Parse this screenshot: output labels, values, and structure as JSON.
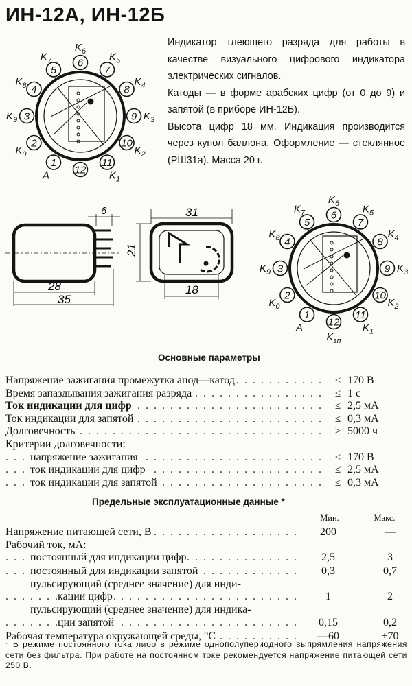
{
  "title": "ИН-12А,  ИН-12Б",
  "description": {
    "p1": "Индикатор тлеющего разряда для работы в качестве визуального цифрового индикатора электрических сигналов.",
    "p2": "Катоды — в форме арабских цифр (от 0 до 9) и запятой (в приборе ИН-12Б).",
    "p3": "Высота цифр 18 мм. Индикация производится через купол баллона. Оформление — стеклянное (РШ31а). Масса 20 г."
  },
  "pinout_top": {
    "pins": [
      "1",
      "2",
      "3",
      "4",
      "5",
      "6",
      "7",
      "8",
      "9",
      "10",
      "11",
      "12"
    ],
    "labels": [
      "A",
      "K0",
      "K9",
      "K8",
      "K7",
      "K6",
      "K5",
      "K4",
      "K3",
      "K2",
      "K1"
    ]
  },
  "pinout_bottom": {
    "pins": [
      "1",
      "2",
      "3",
      "4",
      "5",
      "6",
      "7",
      "8",
      "9",
      "10",
      "11",
      "12"
    ],
    "labels": [
      "A",
      "K0",
      "K9",
      "K8",
      "K7",
      "K6",
      "K5",
      "K4",
      "K3",
      "K2",
      "K1",
      "Kзп"
    ]
  },
  "dimensions": {
    "side_width": "6",
    "body_len": "28",
    "total_len": "35",
    "face_width": "31",
    "face_height": "21",
    "digit_width": "18"
  },
  "main_params": {
    "heading": "Основные параметры",
    "rows": [
      {
        "label": "Напряжение зажигания промежутка анод—катод",
        "sym": "≤",
        "value": "170 В",
        "bold": false,
        "indent": false
      },
      {
        "label": "Время запаздывания зажигания разряда",
        "sym": "≤",
        "value": "1 с",
        "bold": false,
        "indent": false
      },
      {
        "label": "Ток индикации для цифр",
        "sym": "≤",
        "value": "2,5 мА",
        "bold": true,
        "indent": false
      },
      {
        "label": "Ток индикации для запятой",
        "sym": "≤",
        "value": "0,3 мА",
        "bold": false,
        "indent": false
      },
      {
        "label": "Долговечность",
        "sym": "≥",
        "value": "5000 ч",
        "bold": false,
        "indent": false
      },
      {
        "label": "Критерии долговечности:",
        "sym": "",
        "value": "",
        "bold": false,
        "indent": false
      },
      {
        "label": "напряжение зажигания",
        "sym": "≤",
        "value": "170 В",
        "bold": false,
        "indent": true
      },
      {
        "label": "ток индикации для цифр",
        "sym": "≤",
        "value": "2,5 мА",
        "bold": false,
        "indent": true
      },
      {
        "label": "ток индикации для запятой",
        "sym": "≤",
        "value": "0,3 мА",
        "bold": false,
        "indent": true
      }
    ]
  },
  "limits": {
    "heading": "Предельные эксплуатационные данные *",
    "col_min": "Мин.",
    "col_max": "Макс.",
    "rows": [
      {
        "label": "Напряжение питающей сети, В",
        "min": "200",
        "max": "—",
        "indent": 0
      },
      {
        "label": "Рабочий ток, мА:",
        "min": "",
        "max": "",
        "indent": 0
      },
      {
        "label": "постоянный для индикации цифр",
        "min": "2,5",
        "max": "3",
        "indent": 1
      },
      {
        "label": "постоянный для индикации запятой",
        "min": "0,3",
        "max": "0,7",
        "indent": 1
      },
      {
        "label": "пульсирующий (среднее значение) для инди-",
        "min": "",
        "max": "",
        "indent": 1
      },
      {
        "label": "кации цифр",
        "min": "1",
        "max": "2",
        "indent": 2
      },
      {
        "label": "пульсирующий (среднее значение) для индика-",
        "min": "",
        "max": "",
        "indent": 1
      },
      {
        "label": "ции запятой",
        "min": "0,15",
        "max": "0,2",
        "indent": 2
      },
      {
        "label": "Рабочая температура окружающей среды, °С",
        "min": "—60",
        "max": "+70",
        "indent": 0
      }
    ]
  },
  "footnote": "* В режиме постоянного тока либо в режиме однополупериодного выпрямления напряжения сети без фильтра. При работе на постоянном токе рекомендуется напряжение питающей сети 250 В."
}
